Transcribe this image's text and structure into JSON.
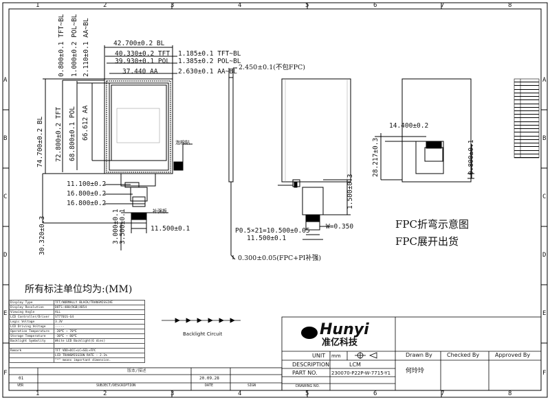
{
  "frame": {
    "col_labels": [
      "1",
      "2",
      "3",
      "4",
      "5",
      "6",
      "7",
      "8"
    ],
    "row_labels": [
      "A",
      "B",
      "C",
      "D",
      "E",
      "F"
    ]
  },
  "front_view": {
    "dims_top": [
      "42.700±0.2 BL",
      "40.330±0.2 TFT",
      "39.930±0.1 POL",
      "37.440 AA"
    ],
    "dims_top_right": [
      "1.185±0.1 TFT~BL",
      "1.385±0.2 POL~BL",
      "2.630±0.1 AA~BL"
    ],
    "dims_left_vertical": [
      "74.700±0.2 BL",
      "72.800±0.2 TFT",
      "68.800±0.1 POL",
      "66.612 AA"
    ],
    "dims_left_vertical_small": [
      "0.800±0.1 TFT~BL",
      "1.000±0.2 POL~BL",
      "2.110±0.1 AA~BL"
    ],
    "dims_bottom": [
      "11.100±0.2",
      "16.800±0.2",
      "16.800±0.2"
    ],
    "dim_fpc_width": "11.500±0.1",
    "dims_fpc_bottom": [
      "3.000±0.1",
      "3.500±0.1"
    ],
    "dim_total_height": "30.320±0.3",
    "label_reinforce": "补强板",
    "label_foam": "泡棉贴"
  },
  "side_view": {
    "dim_thickness": "2.450±0.1(不包FPC)",
    "dim_fpc_thickness": "0.300±0.05(FPC+PI补强)"
  },
  "back_view": {
    "dim_fpc_length": "1.500±0.3",
    "dim_pitch": "P0.5×21=10.500±0.05",
    "dim_connector_width": "11.500±0.1",
    "dim_w": "W=0.350"
  },
  "fold_view": {
    "dims": [
      "14.400±0.2",
      "28.217±0.3",
      "0.800±0.1"
    ],
    "note_fold": "FPC折弯示意图",
    "note_ship": "FPC展开出货"
  },
  "pin_table": {
    "rows": 22
  },
  "units_note": "所有标注单位均为:(MM)",
  "spec_table": [
    [
      "Display Type",
      "TFT/NORMALLY BLACK/TRANSMISSIVE"
    ],
    [
      "Display Resolution",
      "DOTS:480(RGB)X854"
    ],
    [
      "Viewing Angle",
      "ALL"
    ],
    [
      "LCD Controller/Driver",
      "ST7701S-G4"
    ],
    [
      "Logic Voltage",
      "3.3V"
    ],
    [
      "LCD Driving Voltage",
      "-----"
    ],
    [
      "Operation Temperature",
      "-20℃ ~ 70℃"
    ],
    [
      "Storage Temperature",
      "-30℃ ~ 80℃"
    ],
    [
      "Backlight Symbolity",
      "White LED Backlight(6 dies)"
    ],
    [
      "",
      ""
    ],
    [
      "Remark",
      "TFT VDD+OCC+LC+SEL+FPC"
    ],
    [
      "",
      "LCD TRANSMISSION RATE : 2.1%"
    ],
    [
      "",
      "\"*\" means important dimension."
    ]
  ],
  "backlight": {
    "label": "Backlight Circuit"
  },
  "revision": {
    "headers": [
      "",
      "版本/描述",
      "",
      ""
    ],
    "row1": [
      "01",
      "",
      "20.09.28",
      "",
      ""
    ],
    "footer": [
      "VER",
      "SUBJECT/DESCRIPTION",
      "DATE",
      "SIGN"
    ]
  },
  "title_block": {
    "company": "Hunyi",
    "company_cn": "准亿科技",
    "unit_label": "UNIT",
    "unit_value": "mm",
    "description_label": "DESCRIPTION",
    "description_value": "LCM",
    "part_label": "PART NO.",
    "part_value": "230070-P22P-W-7715-Y1",
    "drawing_label": "DRAWING NO.",
    "drawn_by_label": "Drawn By",
    "drawn_by_value": "何玲玲",
    "checked_by_label": "Checked By",
    "approved_by_label": "Approved By"
  }
}
